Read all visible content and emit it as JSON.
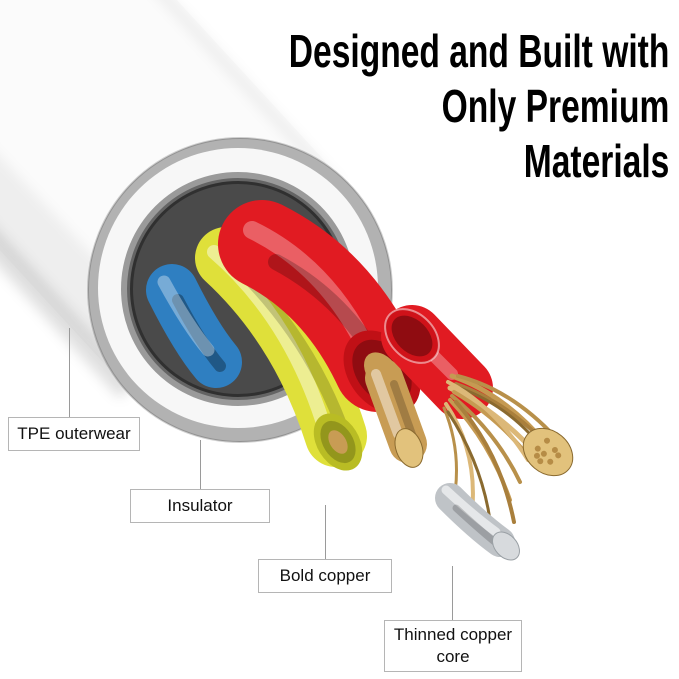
{
  "heading": {
    "lines": [
      "Designed and Built with",
      "Only Premium",
      "Materials"
    ]
  },
  "callouts": [
    {
      "id": "tpe",
      "text": "TPE outerwear"
    },
    {
      "id": "insulator",
      "text": "Insulator"
    },
    {
      "id": "bold_copper",
      "text": "Bold copper"
    },
    {
      "id": "thinned_copper_core",
      "text": "Thinned copper core"
    }
  ],
  "colors": {
    "wire_red": "#e11b22",
    "wire_yellow": "#dfe03a",
    "wire_blue": "#2f7fc1",
    "copper": "#c89c54",
    "copper_light": "#e2c27c",
    "copper_dark": "#8a6a2f",
    "ring_gray": "#b2b2b2",
    "interior_dark": "#4a4a4a",
    "silver": "#bfc3c7",
    "label_border": "#b5b5b5",
    "text_black": "#000000"
  }
}
